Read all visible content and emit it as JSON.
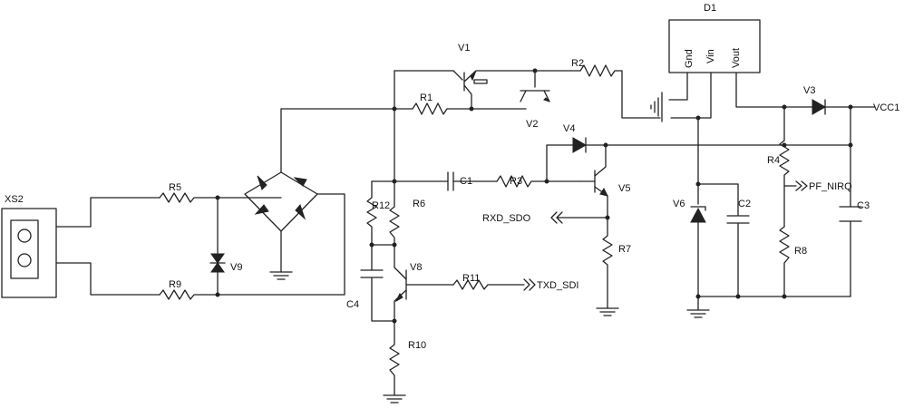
{
  "components": {
    "xs2": "XS2",
    "r5": "R5",
    "r9": "R9",
    "v9": "V9",
    "c4": "C4",
    "r1": "R1",
    "v1": "V1",
    "r2": "R2",
    "v2": "V2",
    "d1": "D1",
    "d1_gnd": "Gnd",
    "d1_vin": "Vin",
    "d1_vout": "Vout",
    "v3": "V3",
    "v4": "V4",
    "c1": "C1",
    "r3": "R3",
    "v5": "V5",
    "r12": "R12",
    "r6": "R6",
    "v8": "V8",
    "r11": "R11",
    "r10": "R10",
    "r7": "R7",
    "v6": "V6",
    "c2": "C2",
    "r4": "R4",
    "r8": "R8",
    "c3": "C3"
  },
  "nets": {
    "vcc1": "VCC1",
    "pf_nirq": "PF_NIRQ",
    "rxd_sdo": "RXD_SDO",
    "txd_sdi": "TXD_SDI"
  }
}
